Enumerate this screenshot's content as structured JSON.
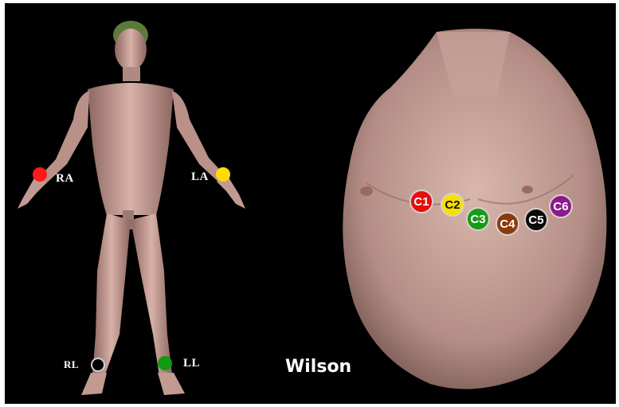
{
  "limb_electrodes": {
    "ra": {
      "label": "RA",
      "color": "#ff1a1a"
    },
    "la": {
      "label": "LA",
      "color": "#ffdd00"
    },
    "rl": {
      "label": "RL",
      "color": "#000000"
    },
    "ll": {
      "label": "LL",
      "color": "#129a12"
    }
  },
  "chest_electrodes": [
    {
      "label": "C1",
      "color": "#e80c0c"
    },
    {
      "label": "C2",
      "color": "#f7e000"
    },
    {
      "label": "C3",
      "color": "#169c16"
    },
    {
      "label": "C4",
      "color": "#8a3a0c"
    },
    {
      "label": "C5",
      "color": "#0a0a0a"
    },
    {
      "label": "C6",
      "color": "#8c1a8c"
    }
  ],
  "title": "Wilson"
}
